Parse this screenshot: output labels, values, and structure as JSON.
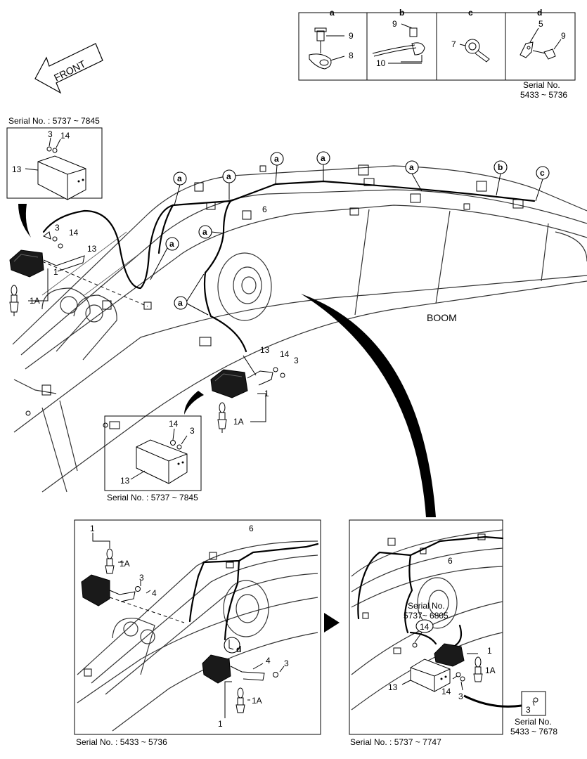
{
  "top_table": {
    "columns": [
      {
        "letter": "a",
        "parts": [
          "9",
          "8"
        ]
      },
      {
        "letter": "b",
        "parts": [
          "9",
          "10"
        ]
      },
      {
        "letter": "c",
        "parts": [
          "7"
        ]
      },
      {
        "letter": "d",
        "parts": [
          "5",
          "9"
        ]
      }
    ],
    "serial_label": "Serial No.",
    "serial_range": "5433 ~ 5736"
  },
  "front_arrow": {
    "label": "FRONT"
  },
  "boom_label": "BOOM",
  "main_view": {
    "clip_letters": [
      "a",
      "a",
      "a",
      "a",
      "a",
      "b",
      "c",
      "a",
      "a",
      "a"
    ],
    "harness_number": "6",
    "left_lamp": {
      "parts": [
        "3",
        "14",
        "13",
        "1",
        "1A"
      ]
    },
    "right_lamp": {
      "parts": [
        "13",
        "14",
        "3",
        "1",
        "1A"
      ]
    }
  },
  "inset_top_left": {
    "serial": "Serial No.  : 5737 ~ 7845",
    "parts": [
      "3",
      "14",
      "13"
    ]
  },
  "inset_middle": {
    "serial": "Serial No.  : 5737 ~ 7845",
    "parts": [
      "14",
      "3",
      "13"
    ]
  },
  "bottom_left_panel": {
    "serial": "Serial No.  : 5433 ~ 5736",
    "harness_number": "6",
    "parts": [
      "1",
      "1A",
      "3",
      "4",
      "4",
      "3",
      "1A",
      "1"
    ],
    "clip_letter": "d"
  },
  "bottom_right_panel": {
    "serial": "Serial No.  : 5737 ~ 7747",
    "harness_number": "6",
    "note_serial_label": "Serial No.",
    "note_serial_range": "5737~ 6805",
    "note_part": "14",
    "parts": [
      "1",
      "1A",
      "13",
      "14",
      "3"
    ],
    "small_box_part": "3",
    "small_box_serial_label": "Serial No.",
    "small_box_serial_range": "5433 ~ 7678"
  }
}
